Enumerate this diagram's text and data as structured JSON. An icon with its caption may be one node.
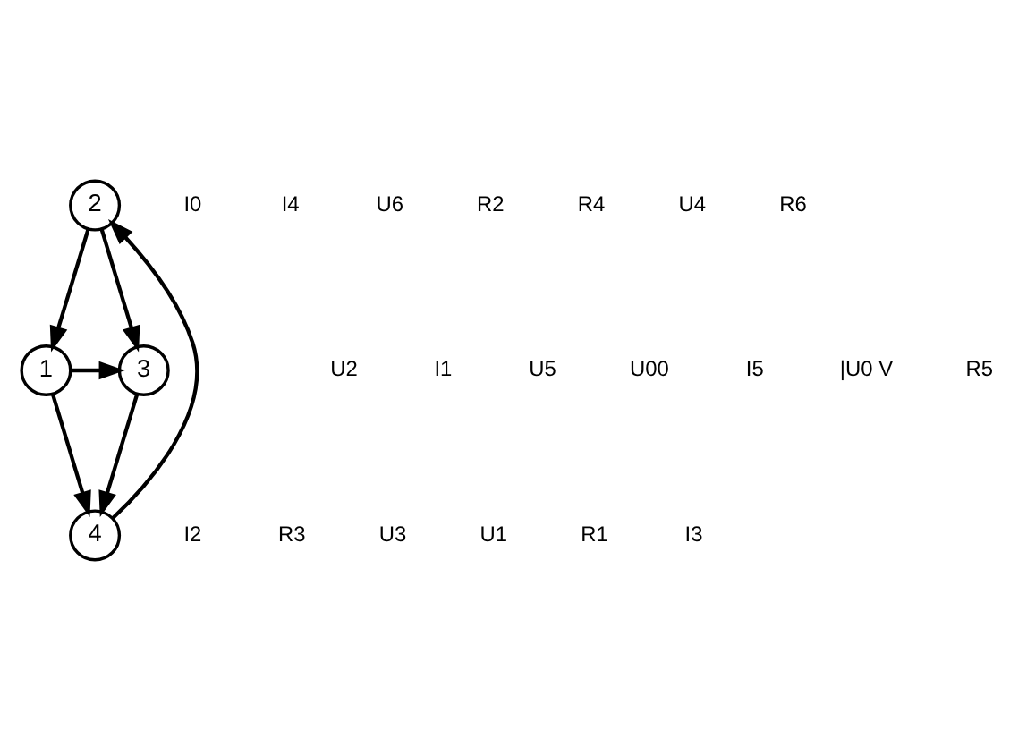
{
  "diagram": {
    "nodes": [
      {
        "text": [
          "1"
        ]
      },
      {
        "text": [
          "2"
        ]
      },
      {
        "text": [
          "3"
        ]
      },
      {
        "text": [
          "4"
        ]
      }
    ],
    "edges": [
      {
        "from": 1,
        "to": 0,
        "arrow": "to"
      },
      {
        "from": 0,
        "to": 2,
        "arrow": "to"
      },
      {
        "from": 1,
        "to": 2,
        "arrow": "to"
      },
      {
        "from": 0,
        "to": 3,
        "arrow": "to"
      },
      {
        "from": 2,
        "to": 3,
        "arrow": "to"
      },
      {
        "from": 3,
        "to": 1,
        "arrow": "to"
      }
    ],
    "labels": [
      "I0",
      "I4",
      "U6",
      "R2",
      "R4",
      "U4",
      "R6",
      "U2",
      "I1",
      "U5",
      "U00",
      "I5",
      "|U0 V",
      "R5",
      "I2",
      "R3",
      "U3",
      "U1",
      "R1",
      "I3"
    ]
  }
}
